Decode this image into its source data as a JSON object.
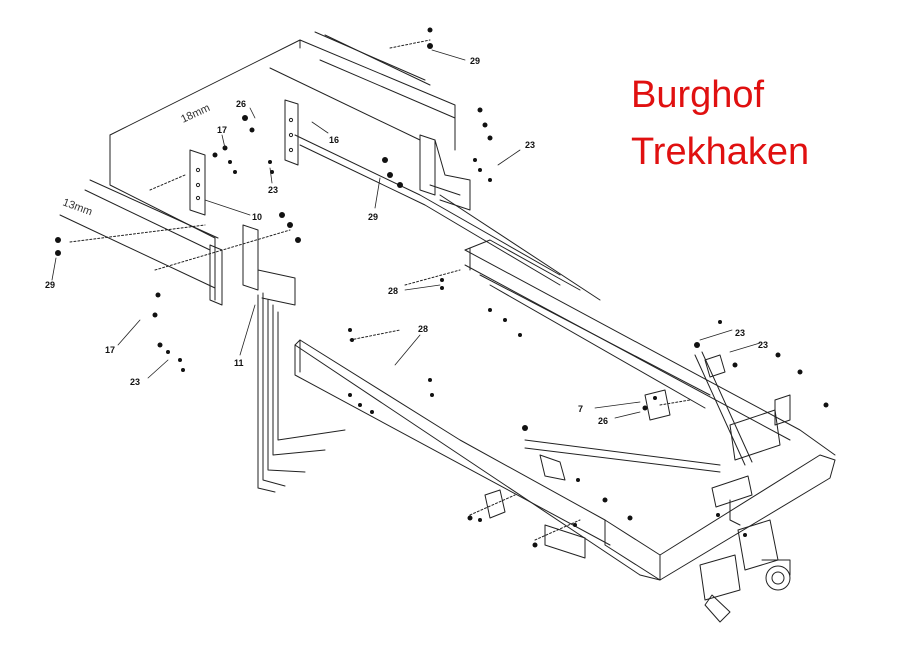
{
  "title_lines": [
    "Burghof",
    "Trekhaken"
  ],
  "title_color": "#e01010",
  "dimensions": [
    "18mm",
    "13mm"
  ],
  "part_labels": [
    "29",
    "26",
    "17",
    "16",
    "23",
    "29",
    "23",
    "10",
    "29",
    "28",
    "17",
    "11",
    "23",
    "28",
    "23",
    "23",
    "7",
    "26"
  ]
}
